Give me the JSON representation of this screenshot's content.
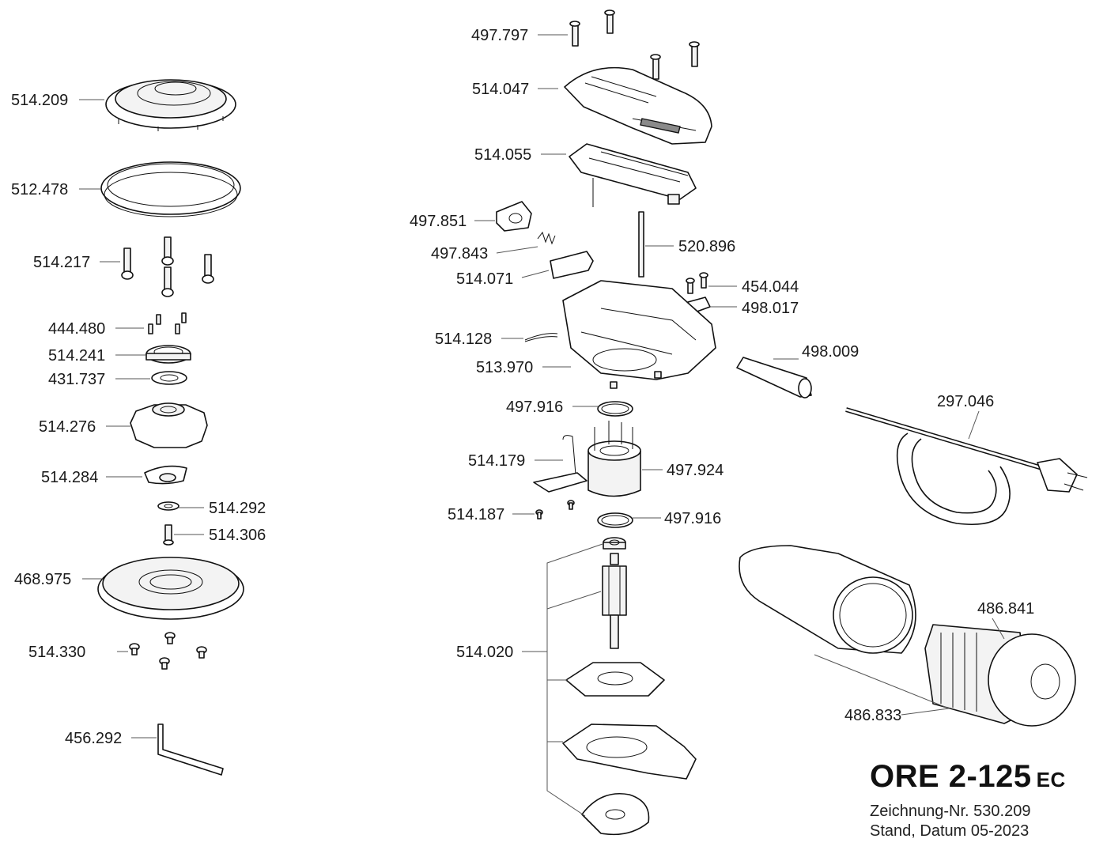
{
  "title": {
    "model": "ORE 2-125",
    "model_suffix": "EC",
    "drawing_number": "Zeichnung-Nr. 530.209",
    "status_date": "Stand, Datum 05-2023"
  },
  "parts": [
    {
      "id": "p514209",
      "label": "514.209"
    },
    {
      "id": "p512478",
      "label": "512.478"
    },
    {
      "id": "p514217",
      "label": "514.217"
    },
    {
      "id": "p444480",
      "label": "444.480"
    },
    {
      "id": "p514241",
      "label": "514.241"
    },
    {
      "id": "p431737",
      "label": "431.737"
    },
    {
      "id": "p514276",
      "label": "514.276"
    },
    {
      "id": "p514284",
      "label": "514.284"
    },
    {
      "id": "p514292",
      "label": "514.292"
    },
    {
      "id": "p514306",
      "label": "514.306"
    },
    {
      "id": "p468975",
      "label": "468.975"
    },
    {
      "id": "p514330",
      "label": "514.330"
    },
    {
      "id": "p456292",
      "label": "456.292"
    },
    {
      "id": "p497797",
      "label": "497.797"
    },
    {
      "id": "p514047",
      "label": "514.047"
    },
    {
      "id": "p514055",
      "label": "514.055"
    },
    {
      "id": "p497851",
      "label": "497.851"
    },
    {
      "id": "p497843",
      "label": "497.843"
    },
    {
      "id": "p520896",
      "label": "520.896"
    },
    {
      "id": "p514071",
      "label": "514.071"
    },
    {
      "id": "p454044",
      "label": "454.044"
    },
    {
      "id": "p498017",
      "label": "498.017"
    },
    {
      "id": "p514128",
      "label": "514.128"
    },
    {
      "id": "p513970",
      "label": "513.970"
    },
    {
      "id": "p498009",
      "label": "498.009"
    },
    {
      "id": "p497916a",
      "label": "497.916"
    },
    {
      "id": "p297046",
      "label": "297.046"
    },
    {
      "id": "p514179",
      "label": "514.179"
    },
    {
      "id": "p497924",
      "label": "497.924"
    },
    {
      "id": "p514187",
      "label": "514.187"
    },
    {
      "id": "p497916b",
      "label": "497.916"
    },
    {
      "id": "p514020",
      "label": "514.020"
    },
    {
      "id": "p486841",
      "label": "486.841"
    },
    {
      "id": "p486833",
      "label": "486.833"
    }
  ]
}
